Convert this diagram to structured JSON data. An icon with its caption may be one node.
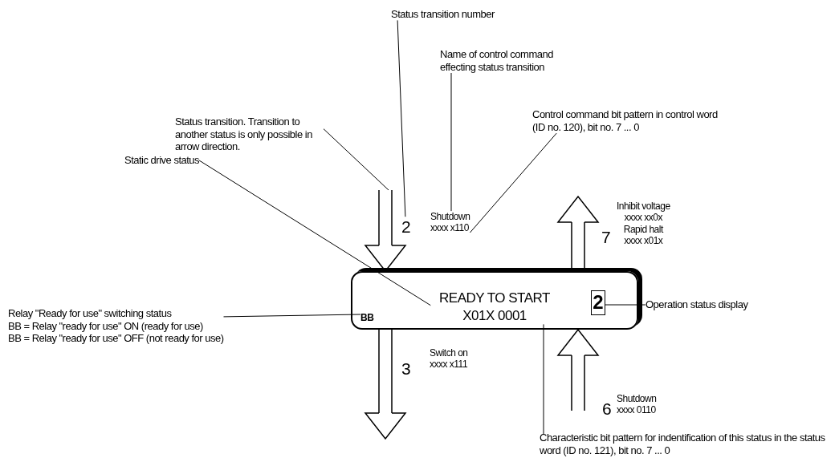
{
  "diagram": {
    "nodes": [
      {
        "text": [],
        "shape": "box"
      },
      {
        "text": [
          "READY TO START"
        ],
        "in": 0
      },
      {
        "text": [
          "X01X 0001"
        ],
        "in": 0
      },
      {
        "text": [
          "BB"
        ],
        "in": 0
      },
      {
        "text": [
          "2"
        ],
        "in": 0
      },
      {
        "text": [
          "Status transition number"
        ]
      },
      {
        "text": [
          "Name of control command effecting status transition"
        ]
      },
      {
        "text": [
          "Status transition. Transition to another status is only possible in arrow direction."
        ]
      },
      {
        "text": [
          "Control command bit pattern in control word (ID no. 120), bit no. 7 ... 0"
        ]
      },
      {
        "text": [
          "Static drive status"
        ]
      },
      {
        "text": [
          "Relay \"Ready for use\" switching status",
          "BB = Relay \"ready for use\" ON (ready for use)",
          "BB = Relay \"ready for use\" OFF (not ready for use)"
        ]
      },
      {
        "text": [
          "2"
        ]
      },
      {
        "text": [
          "Shutdown",
          "xxxx x110"
        ]
      },
      {
        "text": [
          "7"
        ]
      },
      {
        "text": [
          "Inhibit voltage",
          "xxxx xx0x",
          "Rapid halt",
          "xxxx x01x"
        ]
      },
      {
        "text": [
          "3"
        ]
      },
      {
        "text": [
          "Switch on",
          "xxxx x111"
        ]
      },
      {
        "text": [
          "6"
        ]
      },
      {
        "text": [
          "Shutdown",
          "xxxx 0110"
        ]
      },
      {
        "text": [
          "Operation status display"
        ]
      },
      {
        "text": [
          "Characteristic bit pattern for indentification of this status in the status word (ID no. 121),  bit no. 7 ... 0"
        ]
      }
    ],
    "edges": [
      {
        "from": null,
        "to": 0,
        "arrow": "to"
      },
      {
        "from": 0,
        "to": null,
        "arrow": "to"
      },
      {
        "from": 0,
        "to": null,
        "arrow": "to"
      },
      {
        "from": null,
        "to": 0,
        "arrow": "to"
      },
      {
        "from": 5,
        "to": 11,
        "arrow": "none"
      },
      {
        "from": 6,
        "to": 12,
        "arrow": "none"
      },
      {
        "from": 7,
        "to": null,
        "arrow": "none"
      },
      {
        "from": 8,
        "to": 12,
        "arrow": "none"
      },
      {
        "from": 9,
        "to": 1,
        "arrow": "none"
      },
      {
        "from": 10,
        "to": 3,
        "arrow": "none"
      },
      {
        "from": 19,
        "to": 4,
        "arrow": "none"
      },
      {
        "from": 20,
        "to": 2,
        "arrow": "none"
      }
    ]
  }
}
